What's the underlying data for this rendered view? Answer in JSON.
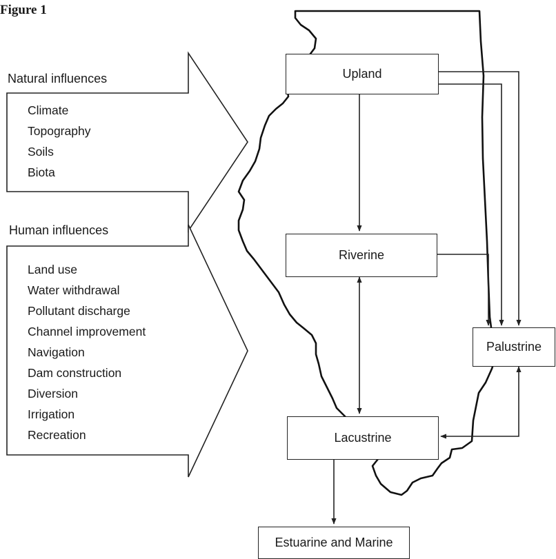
{
  "figure_title": "Figure 1",
  "natural": {
    "heading": "Natural influences",
    "items": [
      "Climate",
      "Topography",
      "Soils",
      "Biota"
    ]
  },
  "human": {
    "heading": "Human influences",
    "items": [
      "Land use",
      "Water withdrawal",
      "Pollutant discharge",
      "Channel improvement",
      "Navigation",
      "Dam construction",
      "Diversion",
      "Irrigation",
      "Recreation"
    ]
  },
  "nodes": {
    "upland": "Upland",
    "riverine": "Riverine",
    "palustrine": "Palustrine",
    "lacustrine": "Lacustrine",
    "estuarine": "Estuarine and Marine"
  }
}
